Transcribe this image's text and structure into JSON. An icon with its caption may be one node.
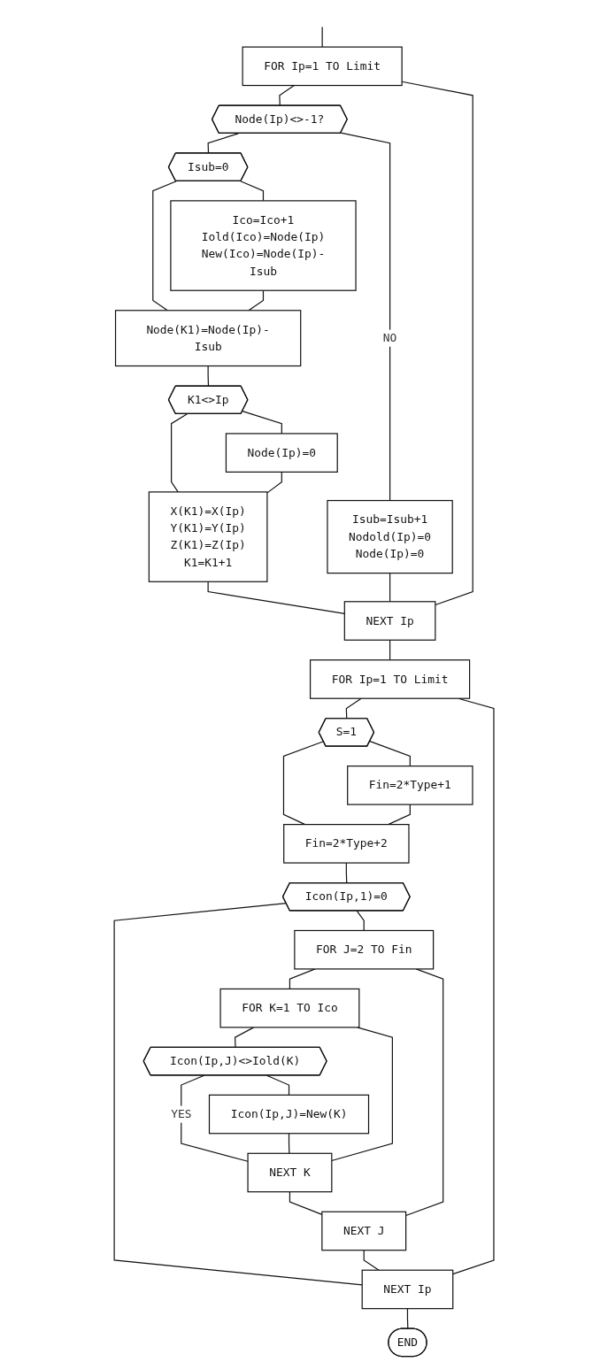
{
  "diagram": {
    "nodes": [
      {
        "text": [
          "FOR Ip=1 TO Limit"
        ]
      },
      {
        "text": [
          "Node(Ip)<>-1?"
        ]
      },
      {
        "text": [
          "Isub=0"
        ]
      },
      {
        "text": [
          "Ico=Ico+1",
          "Iold(Ico)=Node(Ip)",
          "New(Ico)=Node(Ip)-Isub"
        ]
      },
      {
        "text": [
          "Node(K1)=Node(Ip)-Isub"
        ]
      },
      {
        "text": [
          "K1<>Ip"
        ]
      },
      {
        "text": [
          "Node(Ip)=0"
        ]
      },
      {
        "text": [
          "X(K1)=X(Ip)",
          "Y(K1)=Y(Ip)",
          "Z(K1)=Z(Ip)",
          "K1=K1+1"
        ]
      },
      {
        "text": [
          "Isub=Isub+1",
          "Nodold(Ip)=0",
          "Node(Ip)=0"
        ]
      },
      {
        "text": [
          "NEXT Ip"
        ]
      },
      {
        "text": [
          "FOR Ip=1 TO Limit"
        ]
      },
      {
        "text": [
          "S=1"
        ]
      },
      {
        "text": [
          "Fin=2*Type+1"
        ]
      },
      {
        "text": [
          "Fin=2*Type+2"
        ]
      },
      {
        "text": [
          "Icon(Ip,1)=0"
        ]
      },
      {
        "text": [
          "FOR J=2 TO Fin"
        ]
      },
      {
        "text": [
          "FOR K=1 TO Ico"
        ]
      },
      {
        "text": [
          "Icon(Ip,J)<>Iold(K)"
        ]
      },
      {
        "text": [
          "Icon(Ip,J)=New(K)"
        ]
      },
      {
        "text": [
          "NEXT K"
        ]
      },
      {
        "text": [
          "NEXT J"
        ]
      },
      {
        "text": [
          "NEXT Ip"
        ]
      },
      {
        "text": [
          "END"
        ]
      }
    ],
    "edges": [
      {
        "from": null,
        "to": 0,
        "arrow": "none"
      },
      {
        "from": 0,
        "to": 1,
        "arrow": "none"
      },
      {
        "from": 1,
        "to": 8,
        "arrow": "none",
        "label": "NO"
      },
      {
        "from": 1,
        "to": 2,
        "arrow": "none"
      },
      {
        "from": 2,
        "to": 3,
        "arrow": "none"
      },
      {
        "from": 2,
        "to": 4,
        "arrow": "none"
      },
      {
        "from": 3,
        "to": 4,
        "arrow": "none"
      },
      {
        "from": 4,
        "to": 5,
        "arrow": "none"
      },
      {
        "from": 5,
        "to": 6,
        "arrow": "none"
      },
      {
        "from": 5,
        "to": 7,
        "arrow": "none"
      },
      {
        "from": 6,
        "to": 7,
        "arrow": "none"
      },
      {
        "from": 7,
        "to": 9,
        "arrow": "none"
      },
      {
        "from": 8,
        "to": 9,
        "arrow": "none"
      },
      {
        "from": 9,
        "to": 0,
        "arrow": "none"
      },
      {
        "from": 9,
        "to": 10,
        "arrow": "none"
      },
      {
        "from": 10,
        "to": 11,
        "arrow": "none"
      },
      {
        "from": 11,
        "to": 12,
        "arrow": "none"
      },
      {
        "from": 11,
        "to": 13,
        "arrow": "none"
      },
      {
        "from": 12,
        "to": 13,
        "arrow": "none"
      },
      {
        "from": 13,
        "to": 14,
        "arrow": "none"
      },
      {
        "from": 14,
        "to": 15,
        "arrow": "none"
      },
      {
        "from": 14,
        "to": 21,
        "arrow": "none"
      },
      {
        "from": 15,
        "to": 16,
        "arrow": "none"
      },
      {
        "from": 16,
        "to": 17,
        "arrow": "none"
      },
      {
        "from": 17,
        "to": 18,
        "arrow": "none"
      },
      {
        "from": 17,
        "to": 19,
        "arrow": "none",
        "label": "YES"
      },
      {
        "from": 18,
        "to": 19,
        "arrow": "none"
      },
      {
        "from": 19,
        "to": 16,
        "arrow": "none"
      },
      {
        "from": 19,
        "to": 20,
        "arrow": "none"
      },
      {
        "from": 20,
        "to": 15,
        "arrow": "none"
      },
      {
        "from": 20,
        "to": 21,
        "arrow": "none"
      },
      {
        "from": 21,
        "to": 10,
        "arrow": "none"
      },
      {
        "from": 21,
        "to": 22,
        "arrow": "none"
      }
    ]
  }
}
